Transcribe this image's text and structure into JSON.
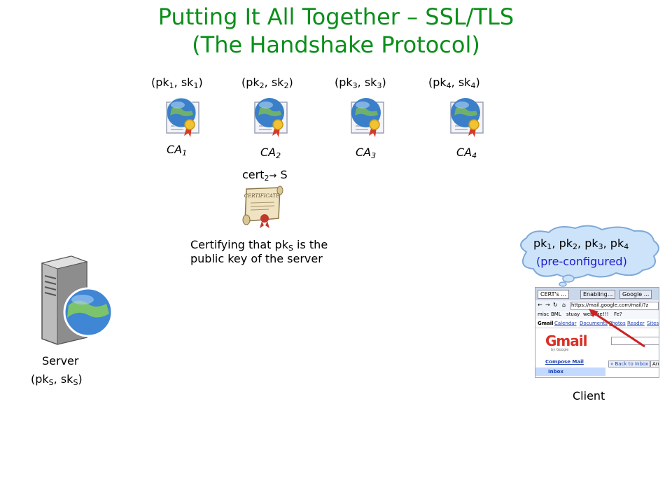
{
  "title": {
    "line1": "Putting It All Together – SSL/TLS",
    "line2": "(The Handshake Protocol)"
  },
  "cas": [
    {
      "pk": "pk",
      "pk_sub": "1",
      "sk": "sk",
      "sk_sub": "1",
      "name": "CA",
      "name_sub": "1"
    },
    {
      "pk": "pk",
      "pk_sub": "2",
      "sk": "sk",
      "sk_sub": "2",
      "name": "CA",
      "name_sub": "2"
    },
    {
      "pk": "pk",
      "pk_sub": "3",
      "sk": "sk",
      "sk_sub": "3",
      "name": "CA",
      "name_sub": "3"
    },
    {
      "pk": "pk",
      "pk_sub": "4",
      "sk": "sk",
      "sk_sub": "4",
      "name": "CA",
      "name_sub": "4"
    }
  ],
  "certificate": {
    "label": "cert",
    "label_sub": "2",
    "arrow": "→",
    "target": "S",
    "scroll_text": "CERTIFICATE",
    "desc_a": "Certifying that pk",
    "desc_sub": "S",
    "desc_b": " is the",
    "desc_line2": "public key of the server"
  },
  "server": {
    "label": "Server",
    "pk": "pk",
    "pk_sub": "S",
    "sk": "sk",
    "sk_sub": "S"
  },
  "client": {
    "label": "Client",
    "cloud_keys": [
      "pk",
      "1",
      "pk",
      "2",
      "pk",
      "3",
      "pk",
      "4"
    ],
    "cloud_note": "(pre-configured)"
  },
  "browser": {
    "tabs": [
      "CERT's ...",
      "Enabling...",
      "Google ..."
    ],
    "url": "https://mail.google.com/mail/?z",
    "bookmarks": [
      "misc",
      "BML",
      "stuay",
      "web me",
      "!!!",
      "Fe?"
    ],
    "nav_links": [
      "Gmail",
      "Calendar",
      "Documents",
      "Photos",
      "Reader",
      "Sites"
    ],
    "logo": "Gmail",
    "logo_sub": "by Google",
    "compose": "Compose Mail",
    "inbox": "Inbox",
    "back": "« Back to Inbox",
    "archive": "Arc"
  },
  "colors": {
    "title": "#0b8f1a",
    "arrow": "#cc2222",
    "note": "#1a1acc"
  }
}
